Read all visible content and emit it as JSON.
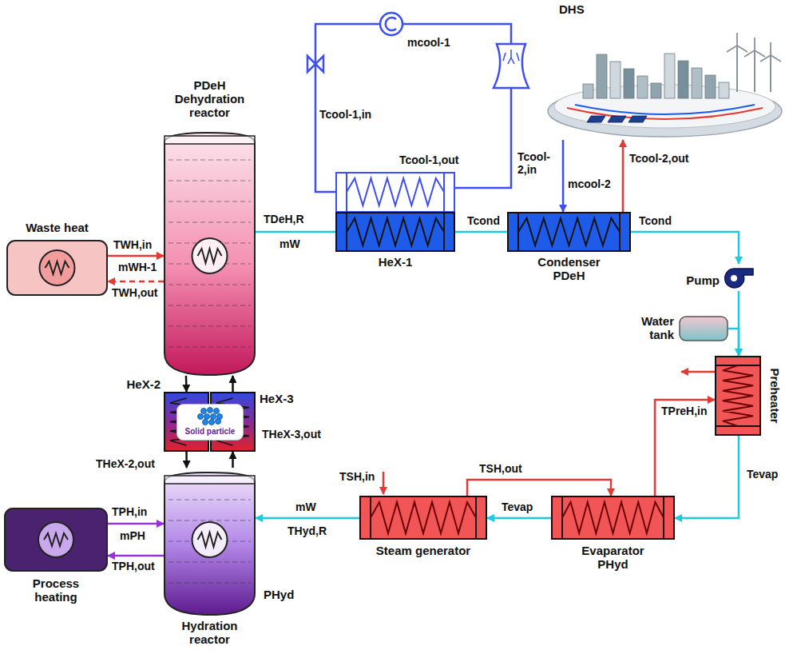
{
  "diagram": {
    "nodes": [
      {
        "text": [
          "Waste heat"
        ]
      },
      {
        "text": [
          "PDeH Dehydration reactor"
        ]
      },
      {
        "text": [
          "HeX-1"
        ]
      },
      {
        "text": [
          "Condenser PDeH"
        ]
      },
      {
        "text": [
          "DHS"
        ]
      },
      {
        "text": [
          "Pump"
        ]
      },
      {
        "text": [
          "Water tank"
        ]
      },
      {
        "text": [
          "Preheater"
        ]
      },
      {
        "text": [
          "Evaparator PHyd"
        ]
      },
      {
        "text": [
          "Steam generator"
        ]
      },
      {
        "text": [
          "Hydration reactor",
          "PHyd"
        ]
      },
      {
        "text": [
          "Process heating"
        ]
      },
      {
        "text": [
          "HeX-2"
        ]
      },
      {
        "text": [
          "HeX-3"
        ]
      },
      {
        "text": [
          "Solid particle"
        ]
      }
    ],
    "edges": [
      {
        "from": 0,
        "to": 1,
        "arrow": "to"
      },
      {
        "from": 1,
        "to": 0,
        "arrow": "to"
      },
      {
        "from": 1,
        "to": 2,
        "arrow": "none"
      },
      {
        "from": 2,
        "to": 3,
        "arrow": "none"
      },
      {
        "from": 3,
        "to": 5,
        "arrow": "to"
      },
      {
        "from": 5,
        "to": 7,
        "arrow": "to"
      },
      {
        "from": 6,
        "to": 7,
        "arrow": "to"
      },
      {
        "from": 7,
        "to": 8,
        "arrow": "to"
      },
      {
        "from": 8,
        "to": 9,
        "arrow": "to"
      },
      {
        "from": 9,
        "to": 10,
        "arrow": "to"
      },
      {
        "from": 4,
        "to": 3,
        "arrow": "to"
      },
      {
        "from": 3,
        "to": 4,
        "arrow": "to"
      },
      {
        "from": 9,
        "to": 8,
        "arrow": "to"
      },
      {
        "from": 8,
        "to": 7,
        "arrow": "to"
      },
      {
        "from": 11,
        "to": 10,
        "arrow": "to"
      },
      {
        "from": 10,
        "to": 11,
        "arrow": "to"
      },
      {
        "from": 1,
        "to": 12,
        "arrow": "to"
      },
      {
        "from": 13,
        "to": 1,
        "arrow": "to"
      },
      {
        "from": 12,
        "to": 10,
        "arrow": "to"
      },
      {
        "from": 10,
        "to": 13,
        "arrow": "to"
      }
    ],
    "labels": [
      "TWH,in",
      "mWH-1",
      "TWH,out",
      "TDeH,R",
      "mW",
      "Tcool-1,in",
      "mcool-1",
      "Tcool-1,out",
      "Tcond",
      "Tcool-2,in",
      "mcool-2",
      "Tcool-2,out",
      "Tcond",
      "THeX-2,out",
      "THeX-3,out",
      "TPH,in",
      "mPH",
      "TPH,out",
      "mW",
      "THyd,R",
      "TSH,in",
      "TSH,out",
      "TPreH,in",
      "Tevap",
      "Tevap"
    ]
  }
}
